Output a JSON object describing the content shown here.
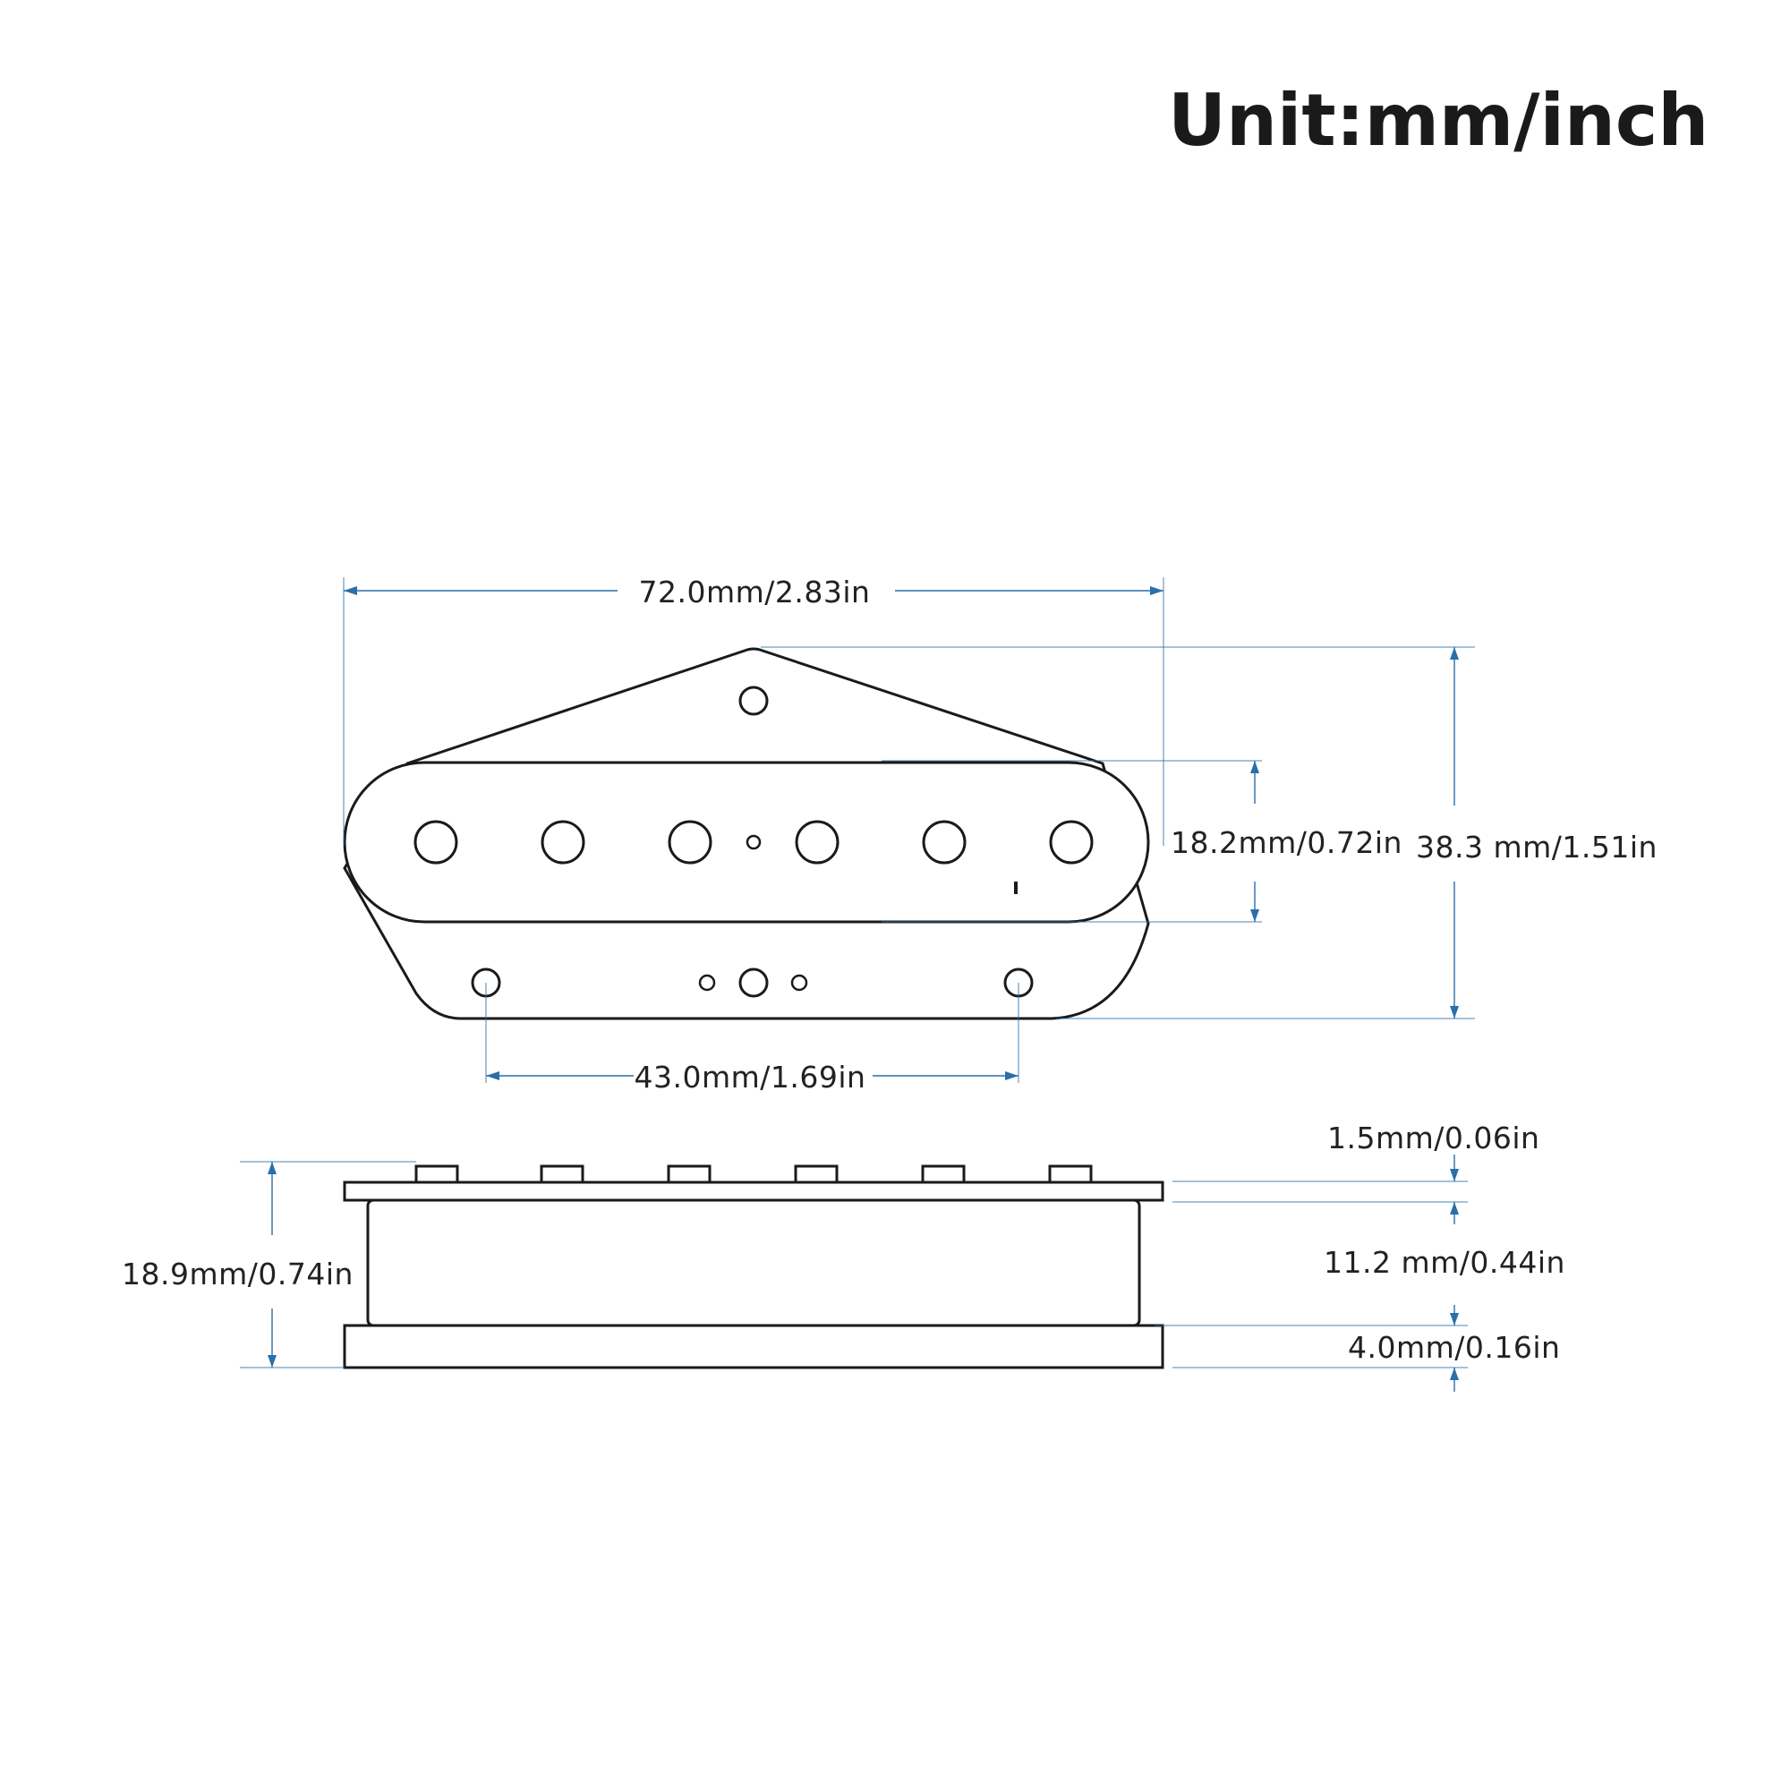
{
  "title": "Unit:mm/inch",
  "dimensions": {
    "overall_width": "72.0mm/2.83in",
    "coil_height": "18.2mm/0.72in",
    "overall_height": "38.3 mm/1.51in",
    "mount_hole_spacing": "43.0mm/1.69in",
    "pole_height": "1.5mm/0.06in",
    "total_depth": "18.9mm/0.74in",
    "bobbin_depth": "11.2 mm/0.44in",
    "base_plate_thickness": "4.0mm/0.16in"
  },
  "colors": {
    "outline": "#1a1a1a",
    "dimension_lines": "#2a6fa8"
  }
}
